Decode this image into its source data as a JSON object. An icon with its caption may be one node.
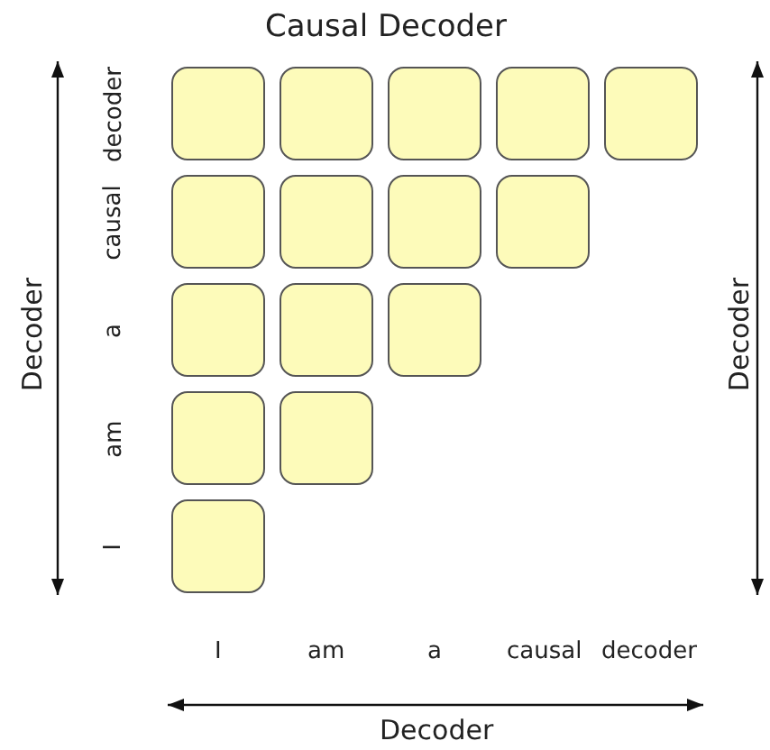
{
  "diagram": {
    "title": "Causal Decoder",
    "nodes": [
      {
        "text": [],
        "shape": "box"
      },
      {
        "text": [],
        "shape": "box"
      },
      {
        "text": [],
        "shape": "box"
      },
      {
        "text": [],
        "shape": "box"
      },
      {
        "text": [],
        "shape": "box"
      },
      {
        "text": [],
        "shape": "box"
      },
      {
        "text": [],
        "shape": "box"
      },
      {
        "text": [],
        "shape": "box"
      },
      {
        "text": [],
        "shape": "box"
      },
      {
        "text": [],
        "shape": "box"
      },
      {
        "text": [],
        "shape": "box"
      },
      {
        "text": [],
        "shape": "box"
      },
      {
        "text": [],
        "shape": "box"
      },
      {
        "text": [],
        "shape": "box"
      },
      {
        "text": [],
        "shape": "box"
      }
    ],
    "edges": [],
    "labels": [
      "Decoder",
      "decoder",
      "causal",
      "a",
      "am",
      "I",
      "Decoder",
      "I",
      "am",
      "a",
      "causal",
      "decoder",
      "Decoder"
    ]
  }
}
